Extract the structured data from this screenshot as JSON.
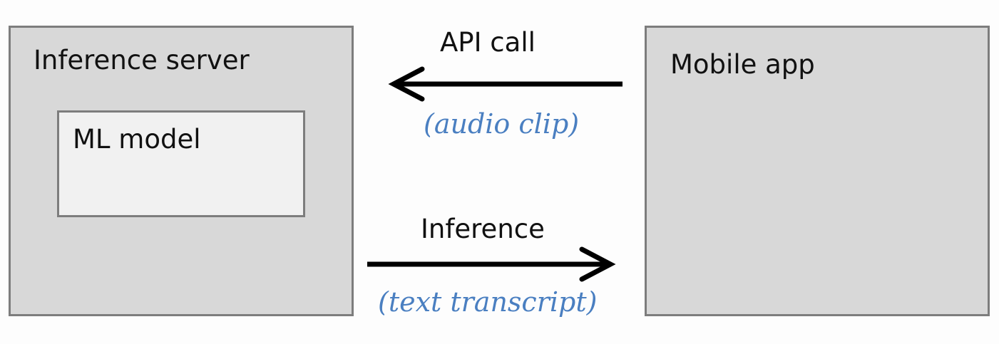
{
  "boxes": {
    "inference_server": {
      "label": "Inference server"
    },
    "ml_model": {
      "label": "ML model"
    },
    "mobile_app": {
      "label": "Mobile app"
    }
  },
  "arrows": {
    "api_call": {
      "label": "API call",
      "sublabel": "(audio clip)"
    },
    "inference": {
      "label": "Inference",
      "sublabel": "(text transcript)"
    }
  },
  "colors": {
    "box_fill": "#d8d8d8",
    "inner_box_fill": "#f1f1f1",
    "border": "#7d7d7d",
    "sublabel": "#4a7fc1",
    "arrow": "#000000"
  }
}
